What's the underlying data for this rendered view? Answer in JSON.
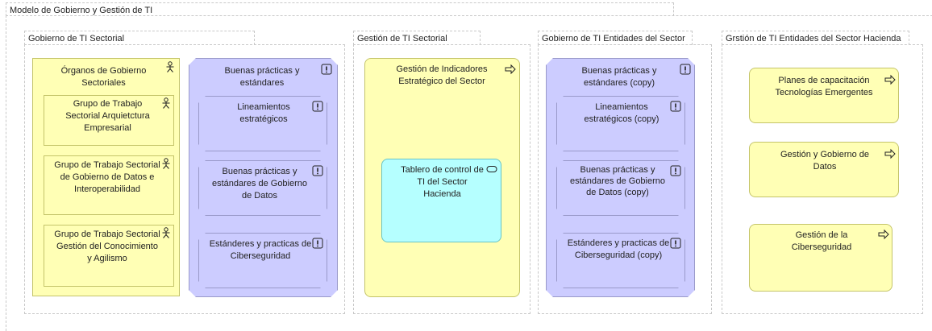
{
  "model": {
    "title": "Modelo de Gobierno y Gestión de TI"
  },
  "groups": {
    "gobierno_sectorial": "Gobierno de TI Sectorial",
    "gestion_sectorial": "Gestión de TI Sectorial",
    "gobierno_entidades": "Gobierno de TI Entidades del Sector",
    "gestion_hacienda": "Grstión de TI Entidades del Sector Hacienda"
  },
  "elements": {
    "organos": "Órganos de Gobierno Sectoriales",
    "grupo_arquitectura": "Grupo de Trabajo Sectorial Arquietctura Empresarial",
    "grupo_datos": "Grupo de Trabajo Sectorial de Gobierno de Datos e Interoperabilidad",
    "grupo_conocimiento": "Grupo de Trabajo Sectorial Gestión del Conocimiento y Agilismo",
    "buenas_practicas": "Buenas prácticas y estándares",
    "lineamientos": "Lineamientos estratégicos",
    "bp_datos": "Buenas prácticas y estándares de Gobierno de Datos",
    "ciberseguridad_std": "Estánderes y practicas de Ciberseguridad",
    "indicadores": "Gestión de Indicadores Estratégico del Sector",
    "tablero": "Tablero de control de TI del Sector Hacienda",
    "buenas_practicas_copy": "Buenas prácticas y estándares (copy)",
    "lineamientos_copy": "Lineamientos estratégicos (copy)",
    "bp_datos_copy": "Buenas prácticas y estándares de Gobierno de Datos (copy)",
    "ciberseguridad_copy": "Estánderes y practicas de Ciberseguridad (copy)",
    "capacitacion": "Planes de capacitación Tecnologías Emergentes",
    "gestion_datos": "Gestión y Gobierno de Datos",
    "gestion_ciber": "Gestión de la Ciberseguridad"
  },
  "icons": {
    "actor": "actor-icon",
    "principle": "principle-icon",
    "process": "process-arrow-icon",
    "service": "service-icon"
  },
  "colors": {
    "actor_yellow": "#ffffb5",
    "principle_purple": "#ccccff",
    "service_cyan": "#b5ffff"
  }
}
